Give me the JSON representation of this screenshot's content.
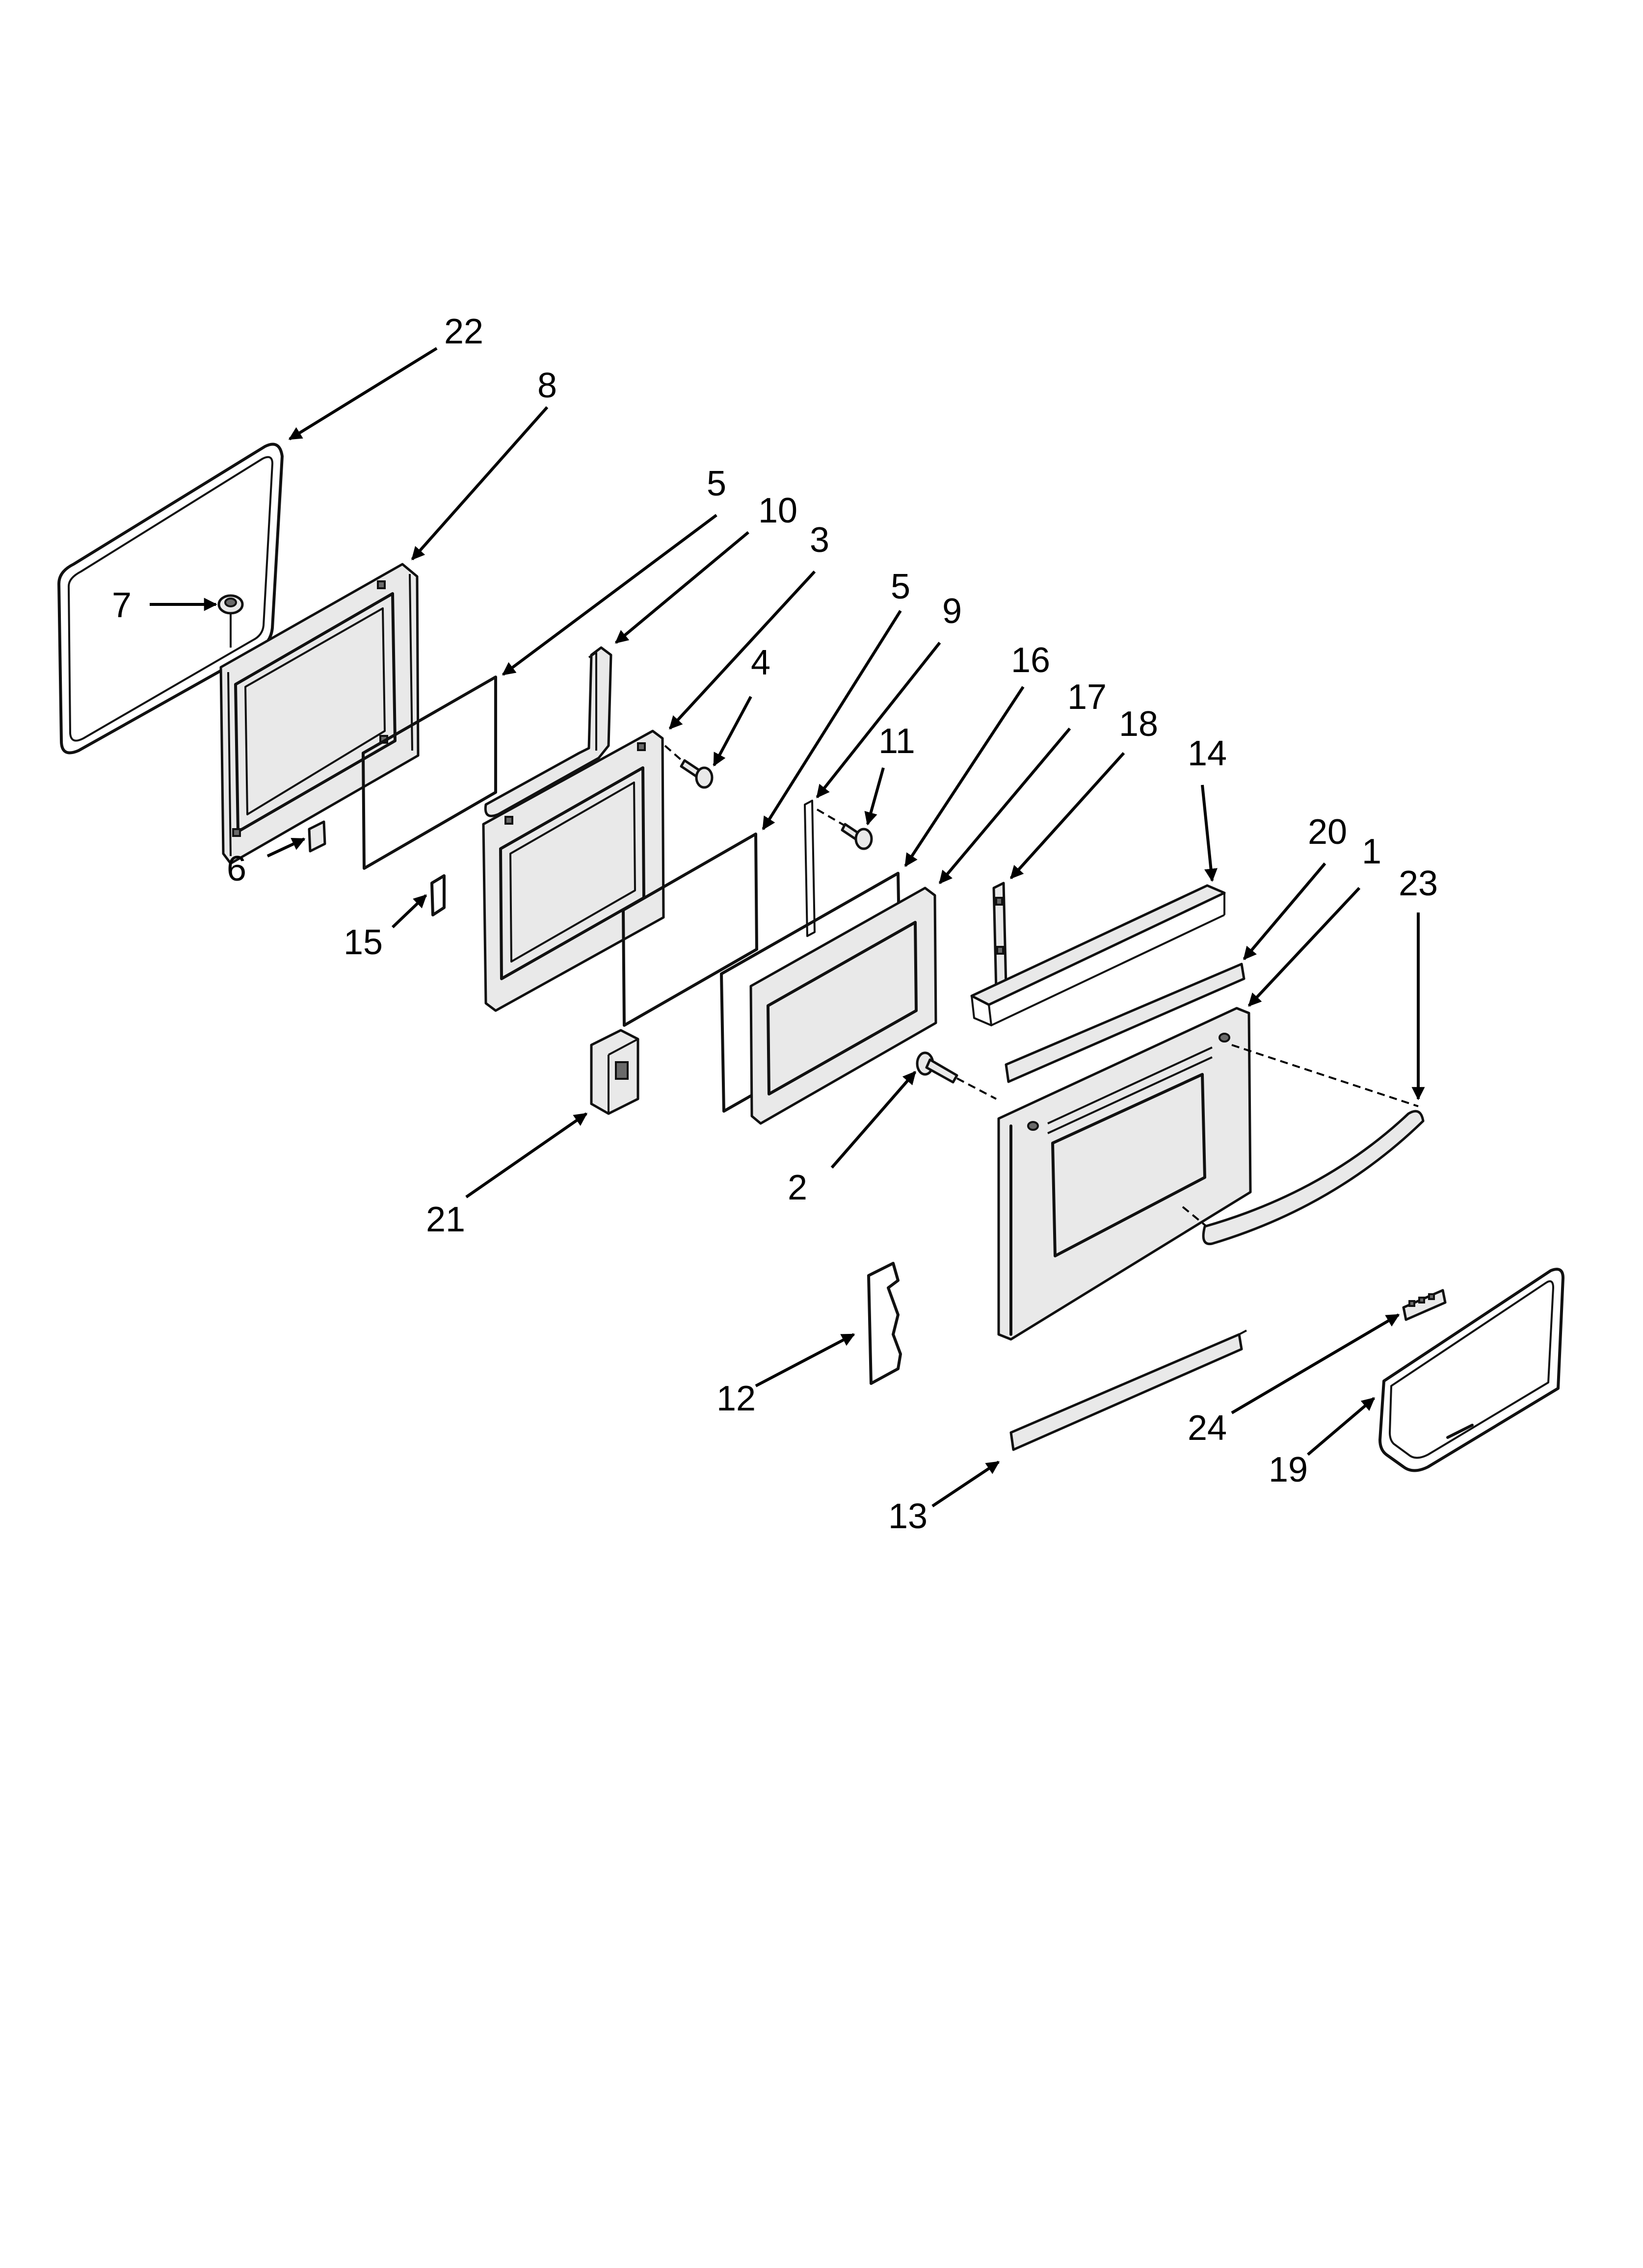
{
  "callouts": [
    "22",
    "8",
    "7",
    "5",
    "10",
    "3",
    "4",
    "6",
    "15",
    "5",
    "9",
    "16",
    "17",
    "18",
    "11",
    "14",
    "20",
    "1",
    "23",
    "21",
    "2",
    "12",
    "24",
    "19",
    "13"
  ]
}
